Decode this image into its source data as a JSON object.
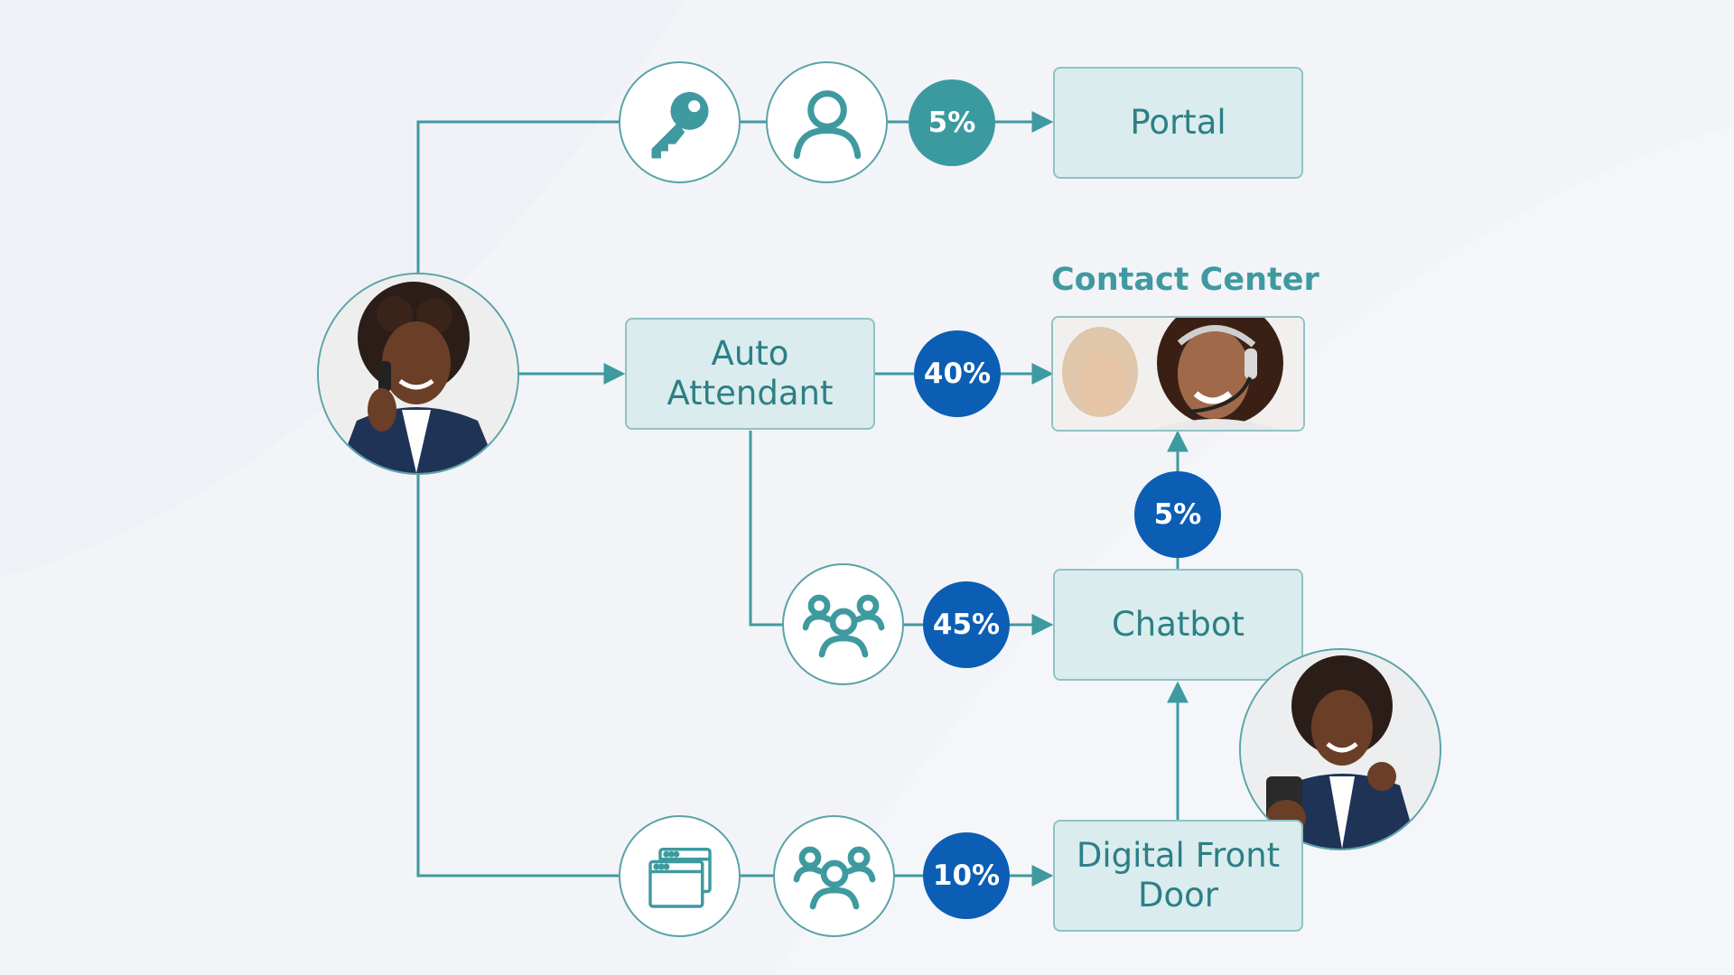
{
  "colors": {
    "teal": "#3f9aa0",
    "teal_badge": "#3b9aa0",
    "blue_badge": "#0b5eb4",
    "box_fill": "#daeced",
    "box_border": "#8fc2c5",
    "text": "#2c7f86",
    "background": "#eff1f6"
  },
  "nodes": {
    "portal": "Portal",
    "auto_attendant": "Auto\nAttendant",
    "contact_center_heading": "Contact Center",
    "chatbot": "Chatbot",
    "digital_front_door": "Digital Front\nDoor"
  },
  "flows": {
    "portal": "5%",
    "auto_attendant_to_contact_center": "40%",
    "chatbot_to_contact_center": "5%",
    "auto_attendant_to_chatbot": "45%",
    "digital_front_door": "10%"
  },
  "icons": {
    "portal_path": [
      "key-icon",
      "user-icon"
    ],
    "chatbot_path": [
      "group-icon"
    ],
    "digital_path": [
      "browser-windows-icon",
      "group-icon"
    ]
  },
  "photos": {
    "caller": "woman-on-phone-photo",
    "contact_center": "call-center-agents-photo",
    "happy_customer": "smiling-woman-with-phone-photo"
  }
}
